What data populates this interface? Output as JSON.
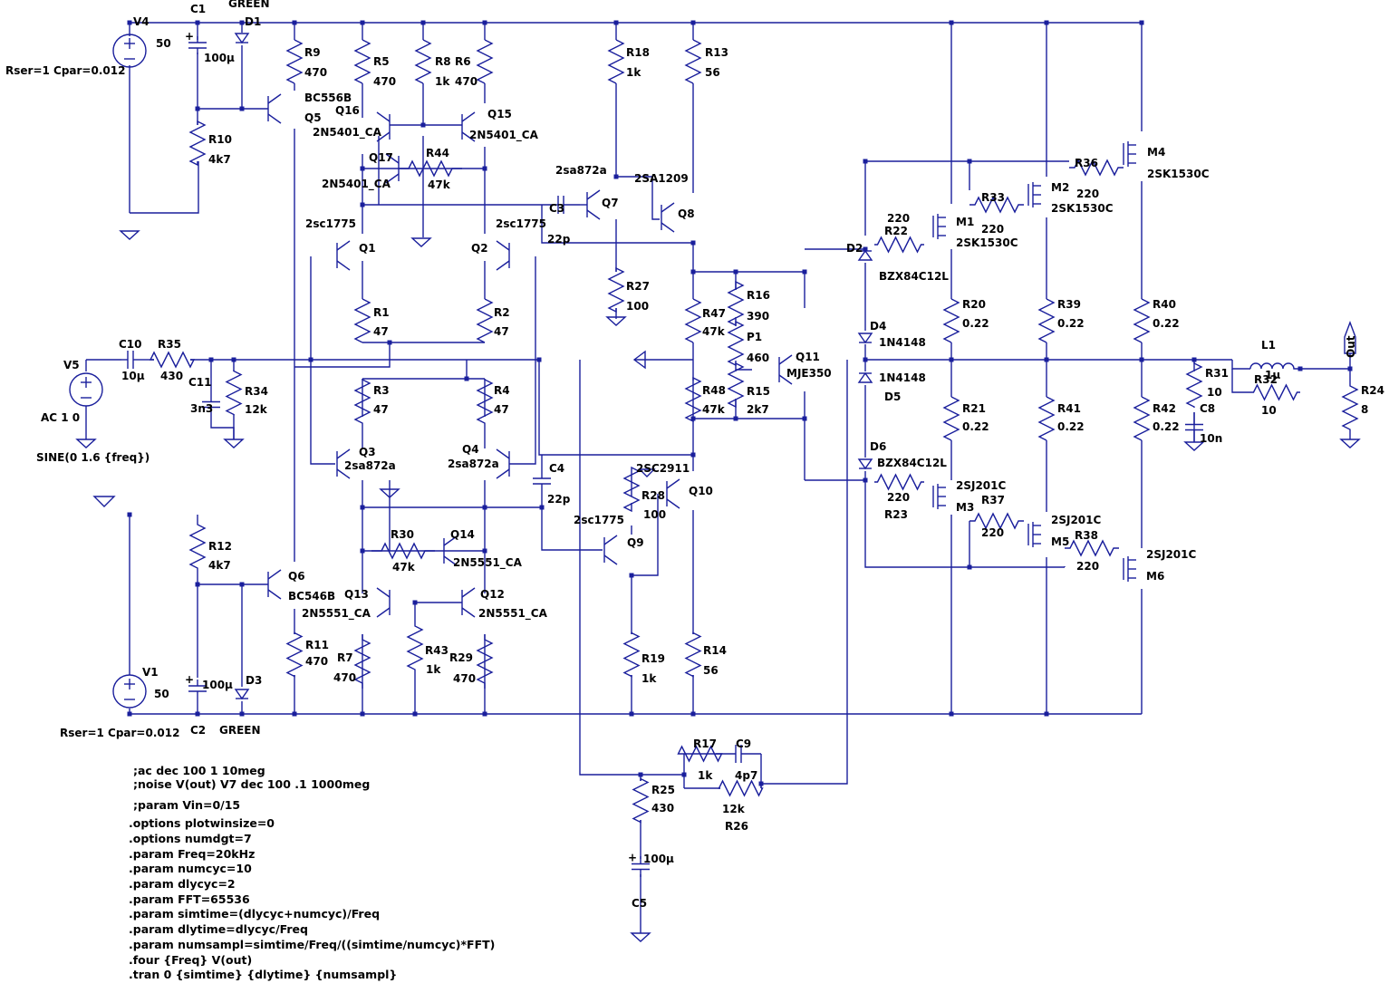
{
  "colors": {
    "wire": "#1a1f9c",
    "text": "#000000",
    "background": "#ffffff"
  },
  "labels": {
    "V4": "V4",
    "V4_val": "50",
    "V4_par": "Rser=1 Cpar=0.012",
    "V1": "V1",
    "V1_val": "50",
    "V1_par": "Rser=1 Cpar=0.012",
    "V5": "V5",
    "V5_ac": "AC 1 0",
    "V5_sine": "SINE(0 1.6 {freq})",
    "C1": "C1",
    "C1_val": "100µ",
    "C2": "C2",
    "C2_val": "100µ",
    "D1": "D1",
    "D1_val": "GREEN",
    "D3": "D3",
    "D3_val": "GREEN",
    "R9": "R9",
    "R9_val": "470",
    "R10": "R10",
    "R10_val": "4k7",
    "R12": "R12",
    "R12_val": "4k7",
    "R11": "R11",
    "R11_val": "470",
    "Q5": "Q5",
    "Q5_val": "BC556B",
    "Q6": "Q6",
    "Q6_val": "BC546B",
    "R5": "R5",
    "R5_val": "470",
    "R8": "R8",
    "R8_val": "1k",
    "R6": "R6",
    "R6_val": "470",
    "Q16": "Q16",
    "Q16_val": "2N5401_CA",
    "Q15": "Q15",
    "Q15_val": "2N5401_CA",
    "Q17": "Q17",
    "Q17_val": "2N5401_CA",
    "R44": "R44",
    "R44_val": "47k",
    "Q1": "Q1",
    "Q1_val": "2sc1775",
    "Q2": "Q2",
    "Q2_val": "2sc1775",
    "R1": "R1",
    "R1_val": "47",
    "R2": "R2",
    "R2_val": "47",
    "R3": "R3",
    "R3_val": "47",
    "R4": "R4",
    "R4_val": "47",
    "Q3": "Q3",
    "Q3_val": "2sa872a",
    "Q4": "Q4",
    "Q4_val": "2sa872a",
    "R30": "R30",
    "R30_val": "47k",
    "Q14": "Q14",
    "Q14_val": "2N5551_CA",
    "Q13": "Q13",
    "Q13_val": "2N5551_CA",
    "Q12": "Q12",
    "Q12_val": "2N5551_CA",
    "R7": "R7",
    "R7_val": "470",
    "R43": "R43",
    "R43_val": "1k",
    "R29": "R29",
    "R29_val": "470",
    "C10": "C10",
    "C10_val": "10µ",
    "R35": "R35",
    "R35_val": "430",
    "C11": "C11",
    "C11_val": "3n3",
    "R34": "R34",
    "R34_val": "12k",
    "R18": "R18",
    "R18_val": "1k",
    "R13": "R13",
    "R13_val": "56",
    "Q7": "Q7",
    "Q7_val": "2sa872a",
    "Q8": "Q8",
    "Q8_val": "2SA1209",
    "C3": "C3",
    "C3_val": "22p",
    "R27": "R27",
    "R27_val": "100",
    "R47": "R47",
    "R47_val": "47k",
    "R48": "R48",
    "R48_val": "47k",
    "R16": "R16",
    "R16_val": "390",
    "P1": "P1",
    "P1_val": "460",
    "R15": "R15",
    "R15_val": "2k7",
    "Q11": "Q11",
    "Q11_val": "MJE350",
    "C4": "C4",
    "C4_val": "22p",
    "Q10": "Q10",
    "Q10_val": "2SC2911",
    "R28": "R28",
    "R28_val": "100",
    "Q9": "Q9",
    "Q9_val": "2sc1775",
    "R19": "R19",
    "R19_val": "1k",
    "R14": "R14",
    "R14_val": "56",
    "D2": "D2",
    "D2_val": "BZX84C12L",
    "D4": "D4",
    "D4_val": "1N4148",
    "D5": "D5",
    "D5_val": "1N4148",
    "D6": "D6",
    "D6_val": "BZX84C12L",
    "R22": "R22",
    "R22_val": "220",
    "R23": "R23",
    "R23_val": "220",
    "M1": "M1",
    "M1_val": "2SK1530C",
    "M2": "M2",
    "M2_val": "2SK1530C",
    "M4": "M4",
    "M4_val": "2SK1530C",
    "M3": "M3",
    "M3_val": "2SJ201C",
    "M5": "M5",
    "M5_val": "2SJ201C",
    "M6": "M6",
    "M6_val": "2SJ201C",
    "R33": "R33",
    "R33_val": "220",
    "R36": "R36",
    "R36_val": "220",
    "R37": "R37",
    "R37_val": "220",
    "R38": "R38",
    "R38_val": "220",
    "R20": "R20",
    "R20_val": "0.22",
    "R39": "R39",
    "R39_val": "0.22",
    "R40": "R40",
    "R40_val": "0.22",
    "R21": "R21",
    "R21_val": "0.22",
    "R41": "R41",
    "R41_val": "0.22",
    "R42": "R42",
    "R42_val": "0.22",
    "R31": "R31",
    "R31_val": "10",
    "C8": "C8",
    "C8_val": "10n",
    "L1": "L1",
    "L1_val": "1µ",
    "R32": "R32",
    "R32_val": "10",
    "R24": "R24",
    "R24_val": "8",
    "Out": "Out",
    "R17": "R17",
    "R17_val": "1k",
    "C9": "C9",
    "C9_val": "4p7",
    "R26": "R26",
    "R26_val": "12k",
    "R25": "R25",
    "R25_val": "430",
    "C5": "C5",
    "C5_val": "100µ"
  },
  "directives": [
    ";ac dec 100 1 10meg",
    ";noise V(out) V7 dec 100 .1 1000meg",
    ";param Vin=0/15",
    ".options plotwinsize=0",
    ".options numdgt=7",
    ".param Freq=20kHz",
    ".param numcyc=10",
    ".param dlycyc=2",
    ".param FFT=65536",
    ".param simtime=(dlycyc+numcyc)/Freq",
    ".param dlytime=dlycyc/Freq",
    ".param numsampl=simtime/Freq/((simtime/numcyc)*FFT)",
    ".four {Freq} V(out)",
    ".tran 0 {simtime} {dlytime} {numsampl}"
  ]
}
